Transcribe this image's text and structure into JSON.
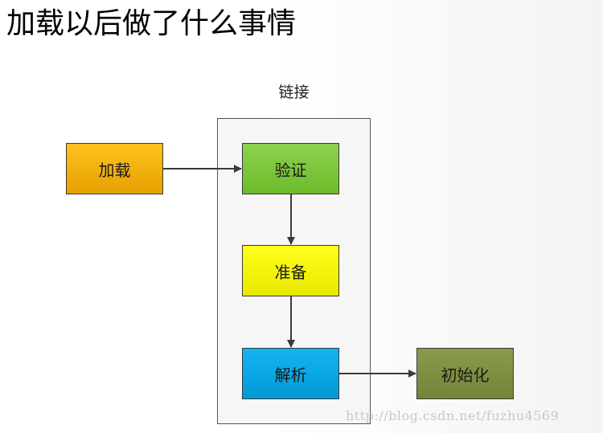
{
  "title": "加载以后做了什么事情",
  "group": {
    "label": "链接"
  },
  "nodes": {
    "load": "加载",
    "verify": "验证",
    "prepare": "准备",
    "resolve": "解析",
    "initialize": "初始化"
  },
  "colors": {
    "load": "#f5b10b",
    "verify": "#7dc63c",
    "prepare": "#f5f50a",
    "resolve": "#0aa6e4",
    "initialize": "#7f8f42",
    "arrow": "#3a3a3a"
  },
  "watermark": "http://blog.csdn.net/fuzhu4569"
}
